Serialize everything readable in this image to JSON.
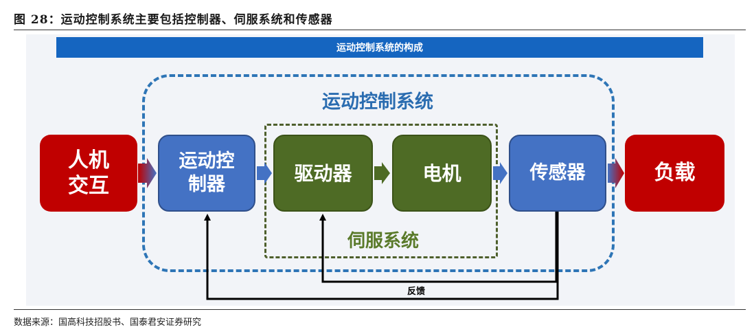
{
  "figure_title": "图 28：运动控制系统主要包括控制器、伺服系统和传感器",
  "banner": "运动控制系统的构成",
  "outer_group_label": "运动控制系统",
  "inner_group_label": "伺服系统",
  "nodes": {
    "human": "人机\n交互",
    "controller": "运动控\n制器",
    "driver": "驱动器",
    "motor": "电机",
    "sensor": "传感器",
    "load": "负载"
  },
  "feedback_label": "反馈",
  "source": "数据来源：国高科技招股书、国泰君安证券研究",
  "colors": {
    "banner": "#1565c0",
    "outer_dash": "#2e75b6",
    "inner_dash": "#4e5f2c",
    "red_box": "#c00000",
    "blue_box": "#4472c4",
    "green_box": "#4e6b25"
  }
}
